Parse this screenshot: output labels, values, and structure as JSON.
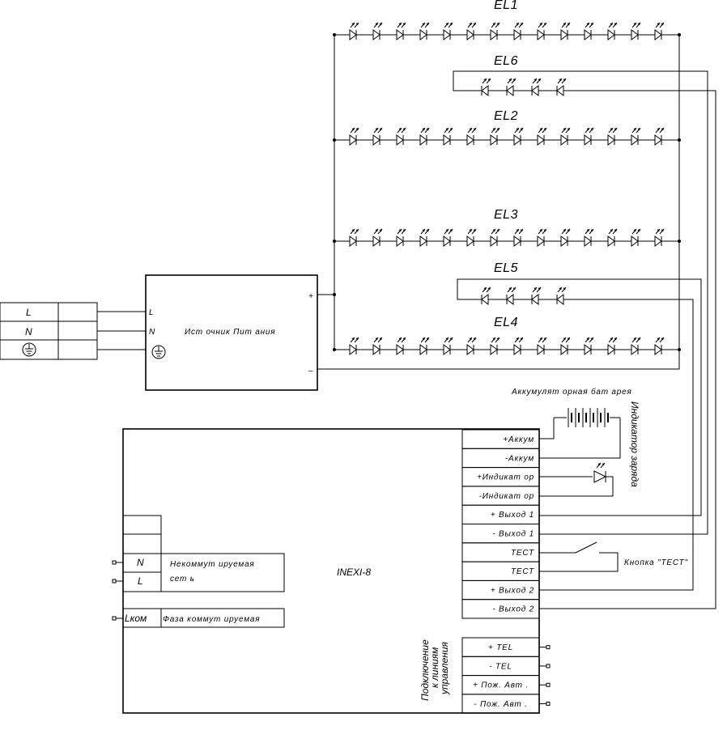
{
  "strips": [
    {
      "label": "EL1"
    },
    {
      "label": "EL6"
    },
    {
      "label": "EL2"
    },
    {
      "label": "EL3"
    },
    {
      "label": "EL5"
    },
    {
      "label": "EL4"
    }
  ],
  "mains_terminal": {
    "rows": [
      "L",
      "N"
    ],
    "ground_symbol": "ground-icon"
  },
  "power_supply": {
    "title": "Ист очник Пит ания",
    "input_labels": [
      "L",
      "N"
    ],
    "plus": "+",
    "minus": "–"
  },
  "battery": {
    "label": "Аккумулят орная бат арея"
  },
  "charge_indicator": {
    "label": "Индикатор заряда"
  },
  "test_button": {
    "label": "Кнопка \"ТЕСТ\""
  },
  "controller": {
    "name": "INEXI-8",
    "right_terminals": [
      "+Аккум",
      "-Аккум",
      "+Индикат ор",
      "-Индикат ор",
      "+ Выход 1",
      "- Выход 1",
      "ТЕСТ",
      "ТЕСТ",
      "+ Выход 2",
      "- Выход 2"
    ],
    "left_terminals": [
      {
        "code": "N",
        "desc": "Некоммут ируемая"
      },
      {
        "code": "L",
        "desc": "сет ь"
      },
      {
        "code": "Lком",
        "desc": "Фаза коммут ируемая"
      }
    ],
    "control_caption": "Подключение к линиям управления",
    "control_terminals": [
      "+ TEL",
      "- TEL",
      "+ Пож. Авт .",
      "- Пож. Авт ."
    ]
  }
}
